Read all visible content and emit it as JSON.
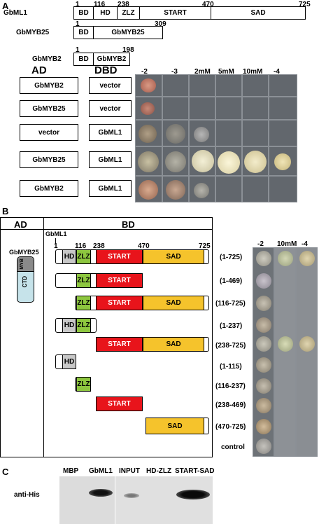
{
  "panelA": {
    "label": "A",
    "gbml1": {
      "name": "GbML1",
      "domains": [
        "BD",
        "HD",
        "ZLZ",
        "START",
        "SAD"
      ],
      "positions": [
        "1",
        "116",
        "238",
        "470",
        "725"
      ]
    },
    "gbmyb25": {
      "name": "GbMYB25",
      "domains": [
        "BD",
        "GbMYB25"
      ],
      "positions": [
        "1",
        "309"
      ]
    },
    "gbmyb2": {
      "name": "GbMYB2",
      "domains": [
        "BD",
        "GbMYB2"
      ],
      "positions": [
        "1",
        "198"
      ]
    },
    "ad_header": "AD",
    "dbd_header": "DBD",
    "rows": [
      {
        "ad": "GbMYB2",
        "dbd": "vector"
      },
      {
        "ad": "GbMYB25",
        "dbd": "vector"
      },
      {
        "ad": "vector",
        "dbd": "GbML1"
      },
      {
        "ad": "GbMYB25",
        "dbd": "GbML1"
      },
      {
        "ad": "GbMYB2",
        "dbd": "GbML1"
      }
    ],
    "columns": [
      "-2",
      "-3",
      "2mM",
      "5mM",
      "10mM",
      "-4"
    ]
  },
  "panelB": {
    "label": "B",
    "ad_header": "AD",
    "bd_header": "BD",
    "gbml1_label": "GbML1",
    "gbmyb25_label": "GbMYB25",
    "myb": "MYB",
    "ctd": "CTD",
    "positions": [
      "1",
      "116",
      "238",
      "470",
      "725"
    ],
    "domains": {
      "hd": "HD",
      "zlz": "ZLZ",
      "start": "START",
      "sad": "SAD"
    },
    "constructs": [
      "(1-725)",
      "(1-469)",
      "(116-725)",
      "(1-237)",
      "(238-725)",
      "(1-115)",
      "(116-237)",
      "(238-469)",
      "(470-725)",
      "control"
    ],
    "columns": [
      "-2",
      "10mM",
      "-4"
    ],
    "colors": {
      "hd": "#c8c8c8",
      "zlz": "#8dc63f",
      "start": "#e8141b",
      "sad": "#f5c32c",
      "ctd": "#c6e3ea",
      "myb": "#8a8a8a"
    }
  },
  "panelC": {
    "label": "C",
    "lanes": [
      "MBP",
      "GbML1",
      "INPUT",
      "HD-ZLZ",
      "START-SAD"
    ],
    "antibody": "anti-His"
  }
}
